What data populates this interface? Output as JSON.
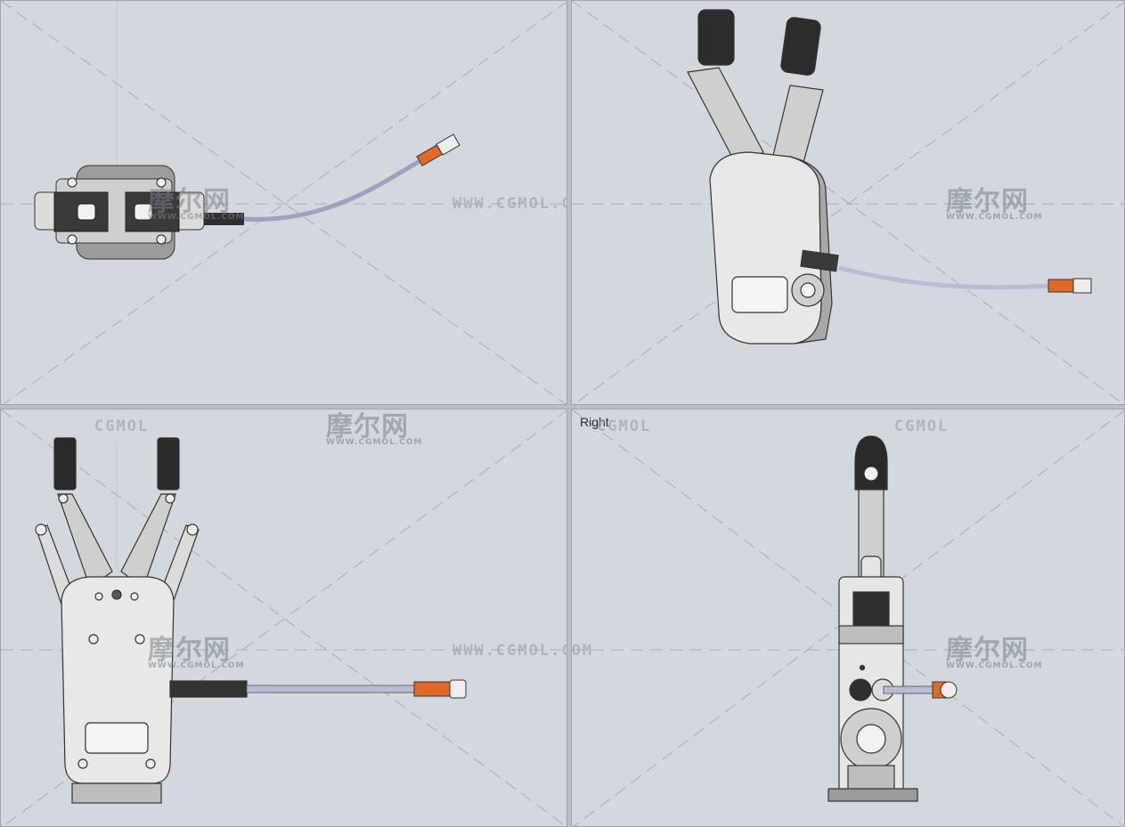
{
  "viewports": {
    "top": {
      "label": ""
    },
    "isometric": {
      "label": ""
    },
    "front": {
      "label": ""
    },
    "right": {
      "label": "Right"
    }
  },
  "watermark": {
    "cn": "摩尔网",
    "cn_sub": "WWW.CGMOL.COM",
    "url": "WWW.CGMOL.COM",
    "short": "CGMOL"
  },
  "colors": {
    "background": "#d3d8de",
    "metal": "#c9c9c9",
    "body": "#e6e6e6",
    "pad": "#2a2a2a",
    "cable": "#b8bcd4",
    "connector": "#e06a25"
  }
}
